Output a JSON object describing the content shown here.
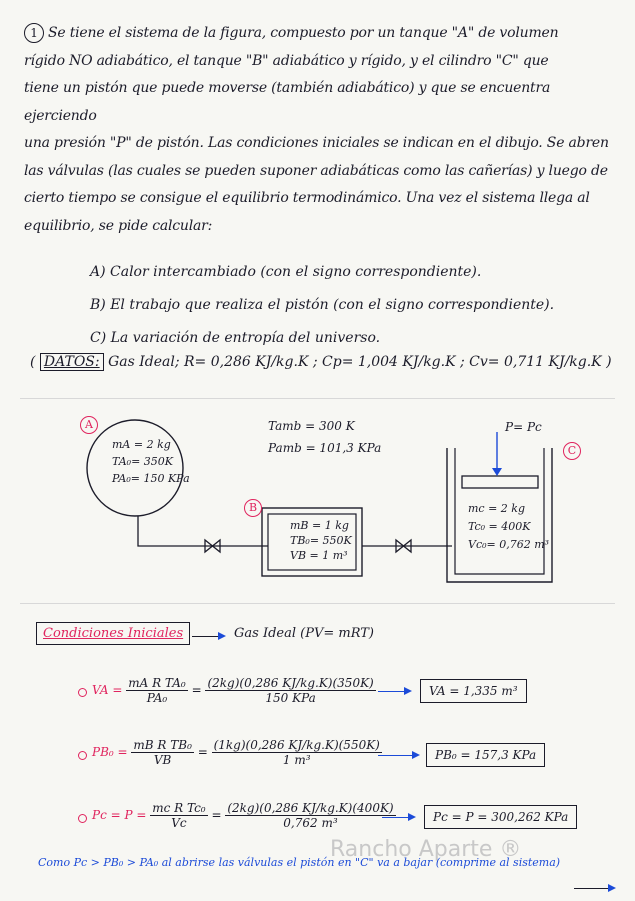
{
  "problem": {
    "number": "1",
    "lines": [
      "Se tiene el sistema de la figura, compuesto por un tanque \"A\" de volumen",
      "rígido NO adiabático, el tanque \"B\" adiabático y rígido, y el cilindro \"C\" que",
      "tiene un pistón que puede moverse (también adiabático) y que se encuentra ejerciendo",
      "una presión \"P\" de pistón. Las condiciones iniciales se indican en el dibujo. Se abren",
      "las válvulas (las cuales se pueden suponer adiabáticas como las cañerías) y luego de",
      "cierto tiempo se consigue el equilibrio termodinámico. Una vez el sistema llega al",
      "equilibrio, se pide calcular:"
    ],
    "questions": [
      "A) Calor intercambiado (con el signo correspondiente).",
      "B) El trabajo que realiza el pistón (con el signo correspondiente).",
      "C) La variación de entropía del universo."
    ],
    "datos_label": "DATOS:",
    "datos_text": "Gas Ideal;  R= 0,286 KJ/kg.K  ;  Cp= 1,004 KJ/kg.K  ;  Cv= 0,711 KJ/kg.K"
  },
  "diagram": {
    "tank_a": {
      "tag": "A",
      "m": "mA = 2 kg",
      "t": "TA₀= 350K",
      "p": "PA₀= 150 KPa"
    },
    "ambient": {
      "t": "Tamb = 300 K",
      "p": "Pamb = 101,3 KPa"
    },
    "tank_b": {
      "tag": "B",
      "m": "mB = 1 kg",
      "t": "TB₀= 550K",
      "v": "VB = 1 m³"
    },
    "cyl_c": {
      "tag": "C",
      "pressure": "P= Pc",
      "m": "mc = 2 kg",
      "t": "Tc₀ = 400K",
      "v": "Vc₀= 0,762 m³"
    }
  },
  "initial": {
    "heading": "Condiciones Iniciales",
    "gas": "Gas Ideal (PV= mRT)",
    "eq1": {
      "lhs": "VA = ",
      "num": "mA R TA₀",
      "den": "PA₀",
      "mid_num": "(2kg)(0,286 KJ/kg.K)(350K)",
      "mid_den": "150 KPa",
      "result": "VA = 1,335 m³"
    },
    "eq2": {
      "lhs": "PB₀ = ",
      "num": "mB R TB₀",
      "den": "VB",
      "mid_num": "(1kg)(0,286 KJ/kg.K)(550K)",
      "mid_den": "1 m³",
      "result": "PB₀ = 157,3 KPa"
    },
    "eq3": {
      "lhs": "Pc = P = ",
      "num": "mc R Tc₀",
      "den": "Vc",
      "mid_num": "(2kg)(0,286 KJ/kg.K)(400K)",
      "mid_den": "0,762 m³",
      "result": "Pc = P = 300,262 KPa"
    }
  },
  "footer": {
    "text": "Como Pc > PB₀ > PA₀ al abrirse las válvulas el pistón en \"C\" va a bajar (comprime al sistema)",
    "logo": "Rancho Aparte ®"
  }
}
